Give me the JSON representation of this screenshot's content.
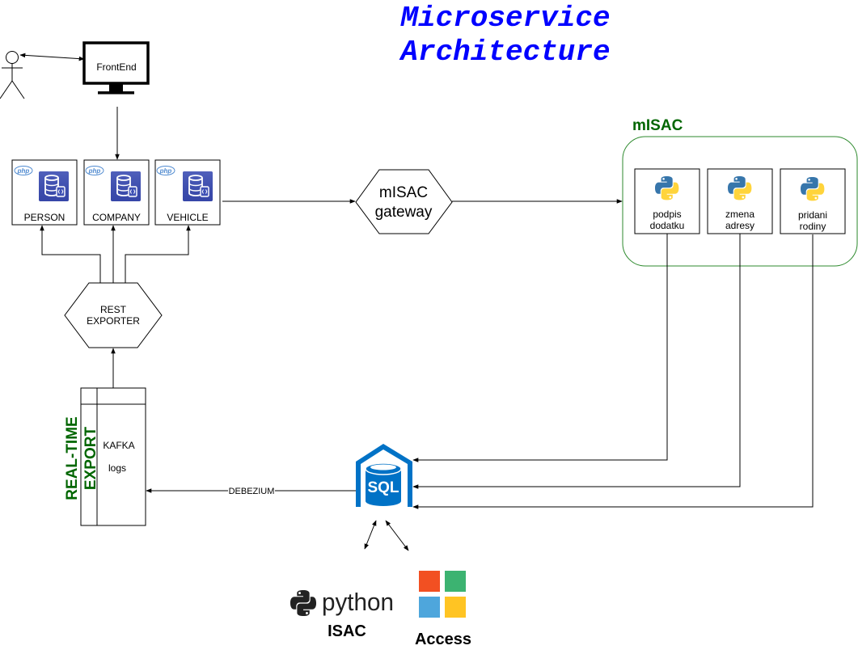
{
  "title": {
    "line1": "Microservice",
    "line2": "Architecture",
    "color": "#0000ff"
  },
  "frontend": {
    "label": "FrontEnd"
  },
  "services": [
    {
      "badge": "php",
      "label": "PERSON"
    },
    {
      "badge": "php",
      "label": "COMPANY"
    },
    {
      "badge": "php",
      "label": "VEHICLE"
    }
  ],
  "gateway": {
    "line1": "mISAC",
    "line2": "gateway"
  },
  "misac_group": {
    "title": "mISAC",
    "color": "#006600",
    "border_color": "#2d8a2d",
    "services": [
      {
        "line1": "podpis",
        "line2": "dodatku"
      },
      {
        "line1": "zmena",
        "line2": "adresy"
      },
      {
        "line1": "pridani",
        "line2": "rodiny"
      }
    ]
  },
  "rest_exporter": {
    "line1": "REST",
    "line2": "EXPORTER"
  },
  "kafka": {
    "line1": "KAFKA",
    "line2": "logs"
  },
  "realtime_export": {
    "line1": "REAL-TIME",
    "line2": "EXPORT",
    "color": "#006600"
  },
  "sql": {
    "label": "SQL",
    "color": "#0072c6"
  },
  "debezium": {
    "label": "DEBEZIUM"
  },
  "python": {
    "wordmark": "python",
    "caption": "ISAC"
  },
  "access": {
    "caption": "Access",
    "colors": [
      "#f25022",
      "#3cb371",
      "#4ea6dc",
      "#ffc423"
    ]
  }
}
